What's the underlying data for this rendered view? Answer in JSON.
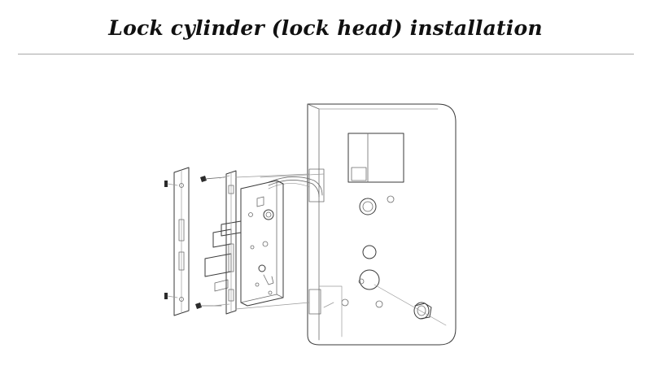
{
  "title": "Lock cylinder (lock head) installation",
  "diagram": {
    "type": "exploded-assembly",
    "parts": [
      "door-panel",
      "faceplate",
      "lock-body",
      "lock-cylinder",
      "screws",
      "wire-harness"
    ]
  },
  "colors": {
    "background": "#ffffff",
    "line": "#3a3a3a",
    "rule": "#a8a8a8"
  }
}
